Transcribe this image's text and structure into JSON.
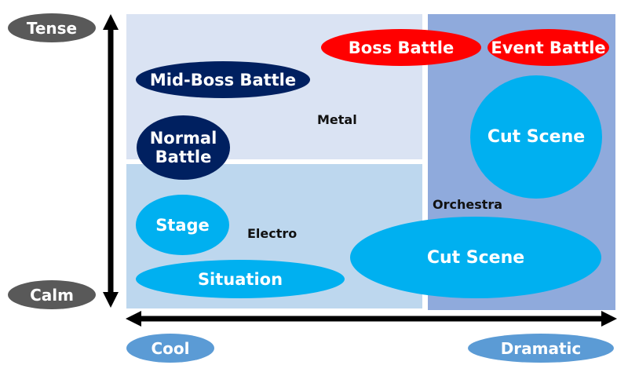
{
  "axes": {
    "y_top": "Tense",
    "y_bottom": "Calm",
    "x_left": "Cool",
    "x_right": "Dramatic"
  },
  "zones": {
    "metal": "Metal",
    "electro": "Electro",
    "orchestra": "Orchestra"
  },
  "items": {
    "boss_battle": "Boss Battle",
    "event_battle": "Event Battle",
    "mid_boss_battle": "Mid-Boss Battle",
    "normal_battle_line1": "Normal",
    "normal_battle_line2": "Battle",
    "cut_scene_top": "Cut Scene",
    "stage": "Stage",
    "situation": "Situation",
    "cut_scene_bottom": "Cut Scene"
  },
  "colors": {
    "metal_zone": "#dae3f3",
    "electro_zone": "#bdd7ee",
    "orchestra_zone": "#8faadc",
    "red": "#ff0000",
    "navy": "#002060",
    "cyan": "#00b0f0",
    "gray_pill": "#595959",
    "blue_pill": "#5b9bd5"
  }
}
